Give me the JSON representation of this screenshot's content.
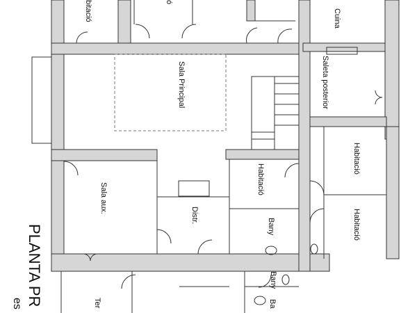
{
  "plan": {
    "title": "PLANTA PR",
    "subtitle": "es",
    "rooms": {
      "habitacio_top_left": "bitació",
      "room_top_mid": "ó",
      "cuina": "Cuina",
      "sala_principal": "Sala Principal",
      "saleta_posterior": "Saleta posterior",
      "habitacio_right_1": "Habitació",
      "habitacio_mid": "Habitació",
      "habitacio_right_2": "Habitació",
      "sala_aux": "Sala aux.",
      "distr": "Distr.",
      "bany_1": "Bany",
      "bany_2": "Bany",
      "bany_3": "Ba",
      "terrassa": "Ter"
    }
  }
}
